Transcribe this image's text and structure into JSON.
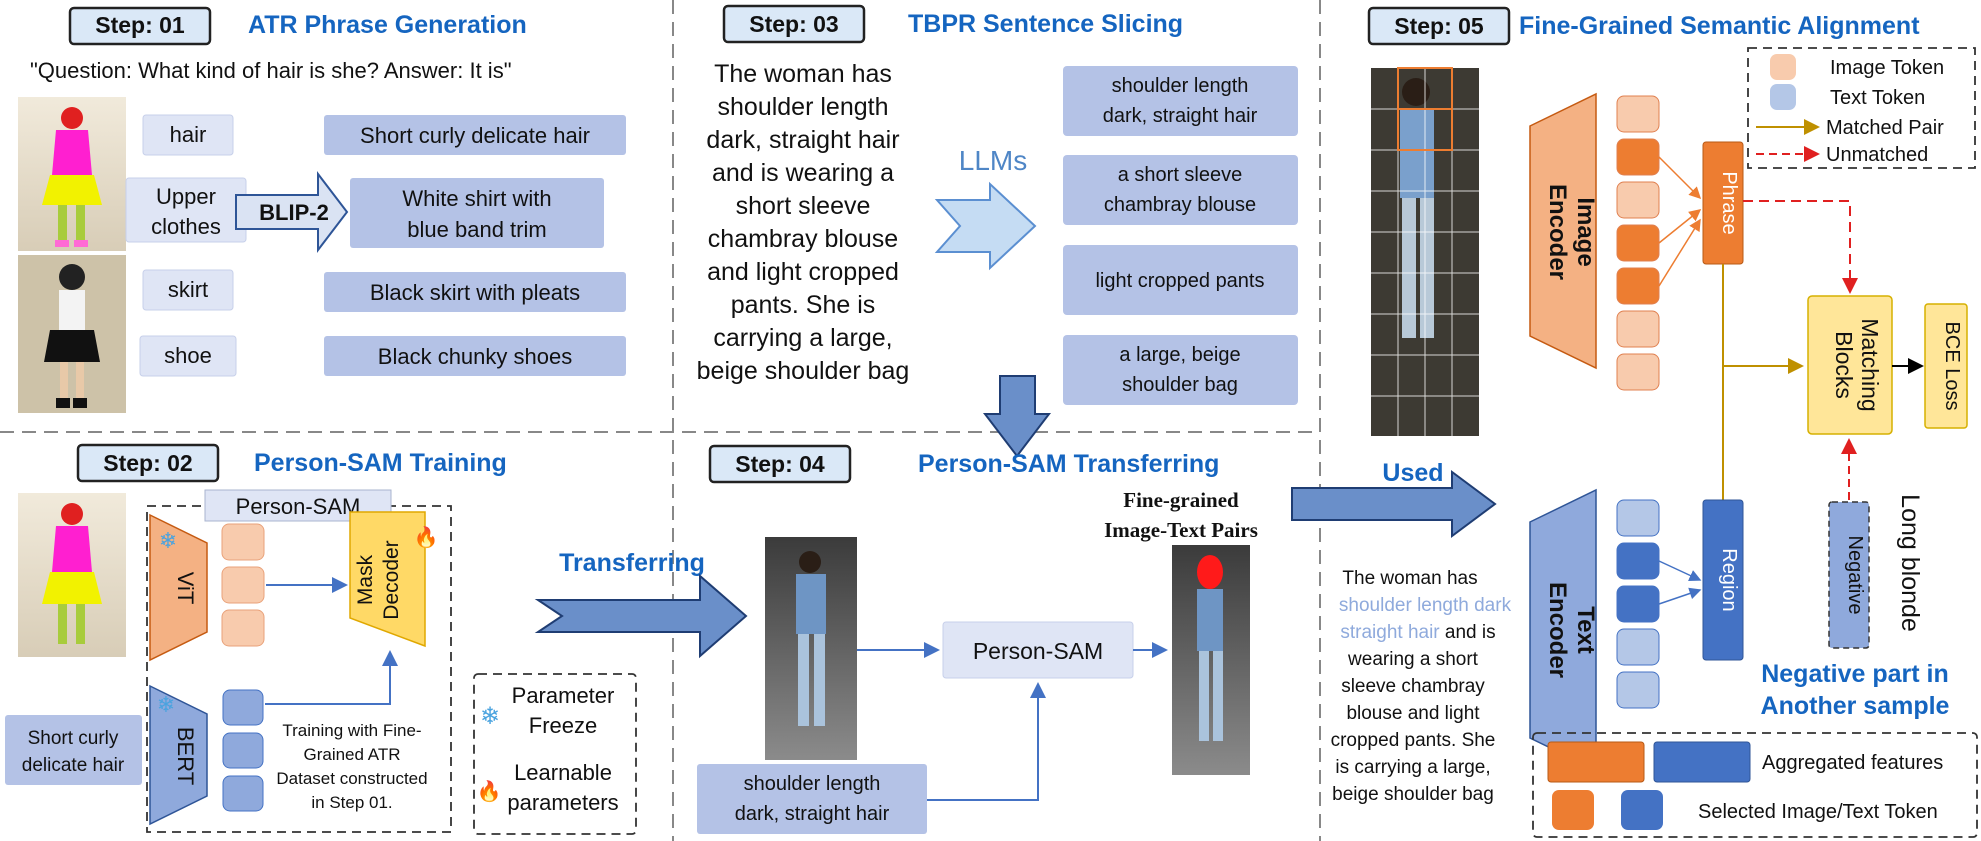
{
  "steps": {
    "s1": {
      "badge": "Step: 01",
      "title": "ATR Phrase Generation",
      "prompt": "\"Question: What kind of hair is she? Answer: It is\""
    },
    "s2": {
      "badge": "Step: 02",
      "title": "Person-SAM Training"
    },
    "s3": {
      "badge": "Step: 03",
      "title": "TBPR Sentence Slicing"
    },
    "s4": {
      "badge": "Step: 04",
      "title": "Person-SAM Transferring"
    },
    "s5": {
      "badge": "Step: 05",
      "title": "Fine-Grained Semantic Alignment"
    }
  },
  "step1": {
    "parts": [
      "hair",
      "Upper clothes",
      "skirt",
      "shoe"
    ],
    "blip": "BLIP-2",
    "phrases": [
      "Short curly delicate hair",
      "White shirt with blue band trim",
      "Black skirt with pleats",
      "Black chunky shoes"
    ]
  },
  "step2": {
    "person_sam": "Person-SAM",
    "vit": "ViT",
    "bert": "BERT",
    "mask_decoder": "Mask Decoder",
    "text_input": "Short curly delicate hair",
    "training_note": "Training with Fine-Grained ATR Dataset constructed in Step 01.",
    "legend_freeze": "Parameter Freeze",
    "legend_learnable": "Learnable parameters",
    "transferring": "Transferring"
  },
  "step3": {
    "sentence": "The woman has shoulder length dark, straight hair and is wearing a short sleeve chambray blouse and light cropped pants. She is carrying a large, beige shoulder bag",
    "llms": "LLMs",
    "slices": [
      "shoulder length dark, straight hair",
      "a short sleeve chambray blouse",
      "light cropped pants",
      "a large, beige shoulder bag"
    ]
  },
  "step4": {
    "person_sam": "Person-SAM",
    "text_input": "shoulder length dark, straight hair",
    "pairs_label": "Fine-grained Image-Text Pairs",
    "used": "Used"
  },
  "step5": {
    "image_encoder": "Image Encoder",
    "text_encoder": "Text Encoder",
    "phrase": "Phrase",
    "region": "Region",
    "matching": "Matching Blocks",
    "bce": "BCE Loss",
    "negative": "Negative",
    "long_blonde": "Long blonde",
    "negative_note": "Negative part in Another sample",
    "sentence_pre": "The woman has",
    "sentence_highlight": "shoulder length dark straight hair",
    "sentence_post": "and is wearing a short sleeve chambray blouse and light cropped pants. She is carrying a large, beige shoulder bag",
    "legend": {
      "image_token": "Image Token",
      "text_token": "Text Token",
      "matched": "Matched Pair",
      "unmatched": "Unmatched"
    },
    "bottom_legend": {
      "aggregated": "Aggregated features",
      "selected": "Selected Image/Text Token"
    }
  },
  "colors": {
    "title_blue": "#1565c0",
    "badge_fill": "#dae8f7",
    "light_box": "#dfe5f5",
    "mid_box": "#b4c2e6",
    "orange": "#ed7d31",
    "light_orange": "#f8cbad",
    "blue": "#4472c4",
    "light_blue": "#b4c7e7",
    "yellow": "#ffd966",
    "gold": "#bf9000",
    "red": "#e02020"
  }
}
